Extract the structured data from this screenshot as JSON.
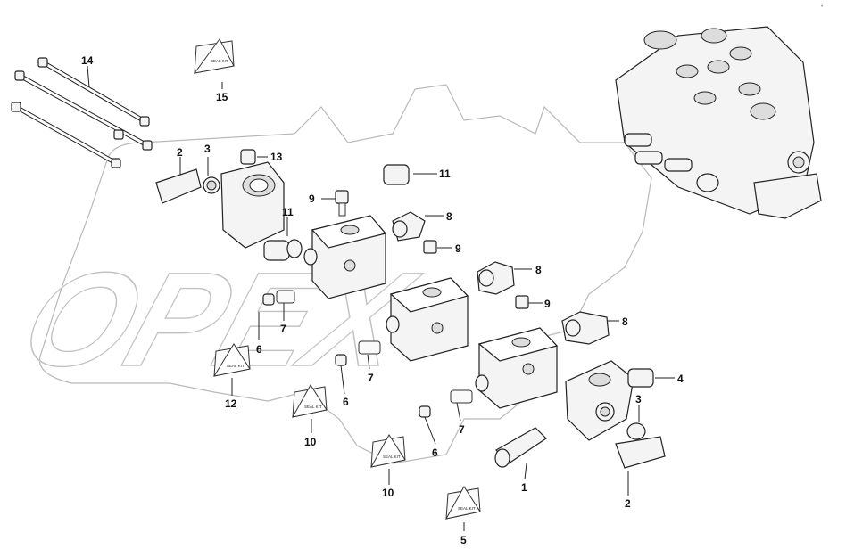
{
  "watermark": {
    "text": "OPEX"
  },
  "corner_mark": "• ",
  "kit_label": "SEAL KIT",
  "callouts": {
    "c1": "1",
    "c2a": "2",
    "c2b": "2",
    "c3a": "3",
    "c3b": "3",
    "c4": "4",
    "c5": "5",
    "c6a": "6",
    "c6b": "6",
    "c6c": "6",
    "c7a": "7",
    "c7b": "7",
    "c7c": "7",
    "c8a": "8",
    "c8b": "8",
    "c8c": "8",
    "c9a": "9",
    "c9b": "9",
    "c9c": "9",
    "c10a": "10",
    "c10b": "10",
    "c11a": "11",
    "c11b": "11",
    "c12": "12",
    "c13": "13",
    "c14": "14",
    "c15": "15"
  }
}
